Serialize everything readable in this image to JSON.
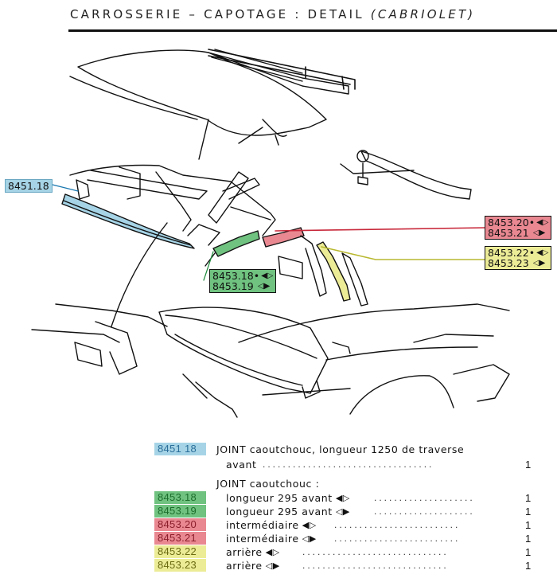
{
  "title": {
    "main": "CARROSSERIE – CAPOTAGE : DETAIL",
    "variant": "(CABRIOLET)"
  },
  "callouts": {
    "c1": {
      "code": "8451.18",
      "color": "#a6d4e6"
    },
    "c2": {
      "code_a": "8453.18",
      "mark_a": "•",
      "code_b": "8453.19",
      "color": "#6fc27f"
    },
    "c3": {
      "code_a": "8453.20",
      "mark_a": "•",
      "code_b": "8453.21",
      "color": "#e98891"
    },
    "c4": {
      "code_a": "8453.22",
      "mark_a": "•",
      "code_b": "8453.23",
      "color": "#ecec97"
    }
  },
  "icons": {
    "left_arrow": "arrow-left-filled-icon",
    "right_arrow": "arrow-right-filled-icon"
  },
  "legend": {
    "row1": {
      "code": "8451 18",
      "desc": "JOINT caoutchouc, longueur 1250 de traverse",
      "desc2": "avant",
      "qty": "1"
    },
    "group_heading": "JOINT caoutchouc :",
    "rows": [
      {
        "code": "8453.18",
        "desc": "longueur 295 avant",
        "qty": "1"
      },
      {
        "code": "8453.19",
        "desc": "longueur 295 avant",
        "qty": "1"
      },
      {
        "code": "8453.20",
        "desc": "intermédiaire",
        "qty": "1"
      },
      {
        "code": "8453.21",
        "desc": "intermédiaire",
        "qty": "1"
      },
      {
        "code": "8453.22",
        "desc": "arrière",
        "qty": "1"
      },
      {
        "code": "8453.23",
        "desc": "arrière",
        "qty": "1"
      }
    ]
  }
}
